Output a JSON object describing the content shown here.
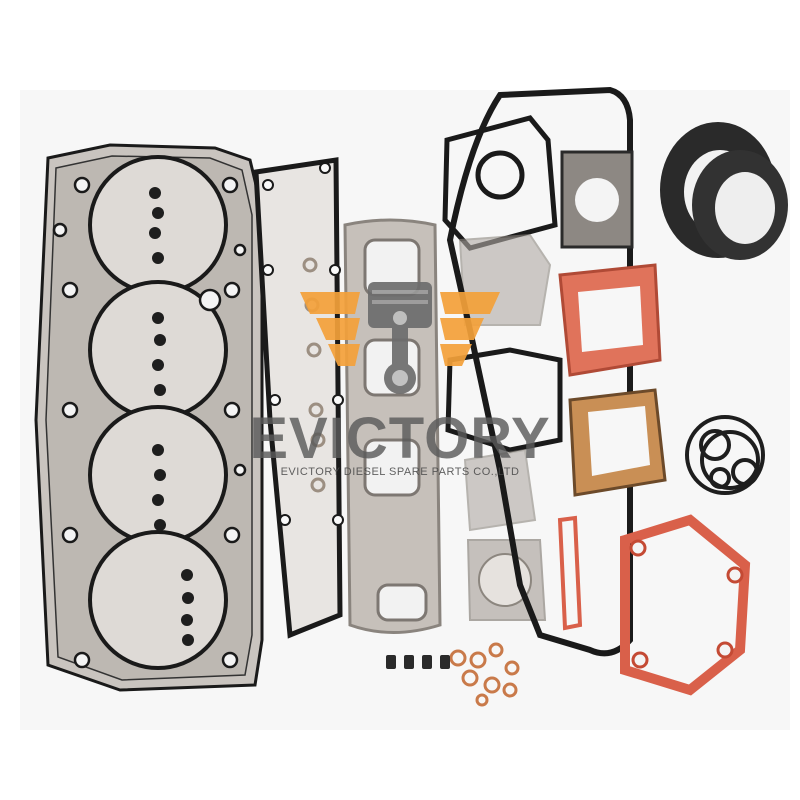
{
  "watermark": {
    "brand": "EVICTORY",
    "company": "EVICTORY DIESEL SPARE PARTS CO.,LTD"
  },
  "colors": {
    "logo_orange": "#f4a13a",
    "logo_gray": "#6d6d6d",
    "gasket_black": "#1a1a1a",
    "gasket_red": "#d9604a",
    "gasket_metal": "#b8b3ad",
    "background": "#fdfdfd"
  },
  "parts": [
    "cylinder-head-gasket",
    "intake-manifold-gasket",
    "exhaust-manifold-gasket",
    "valve-cover-gasket",
    "oil-seals",
    "o-rings",
    "water-pump-gasket",
    "copper-washers",
    "valve-stem-seals"
  ]
}
